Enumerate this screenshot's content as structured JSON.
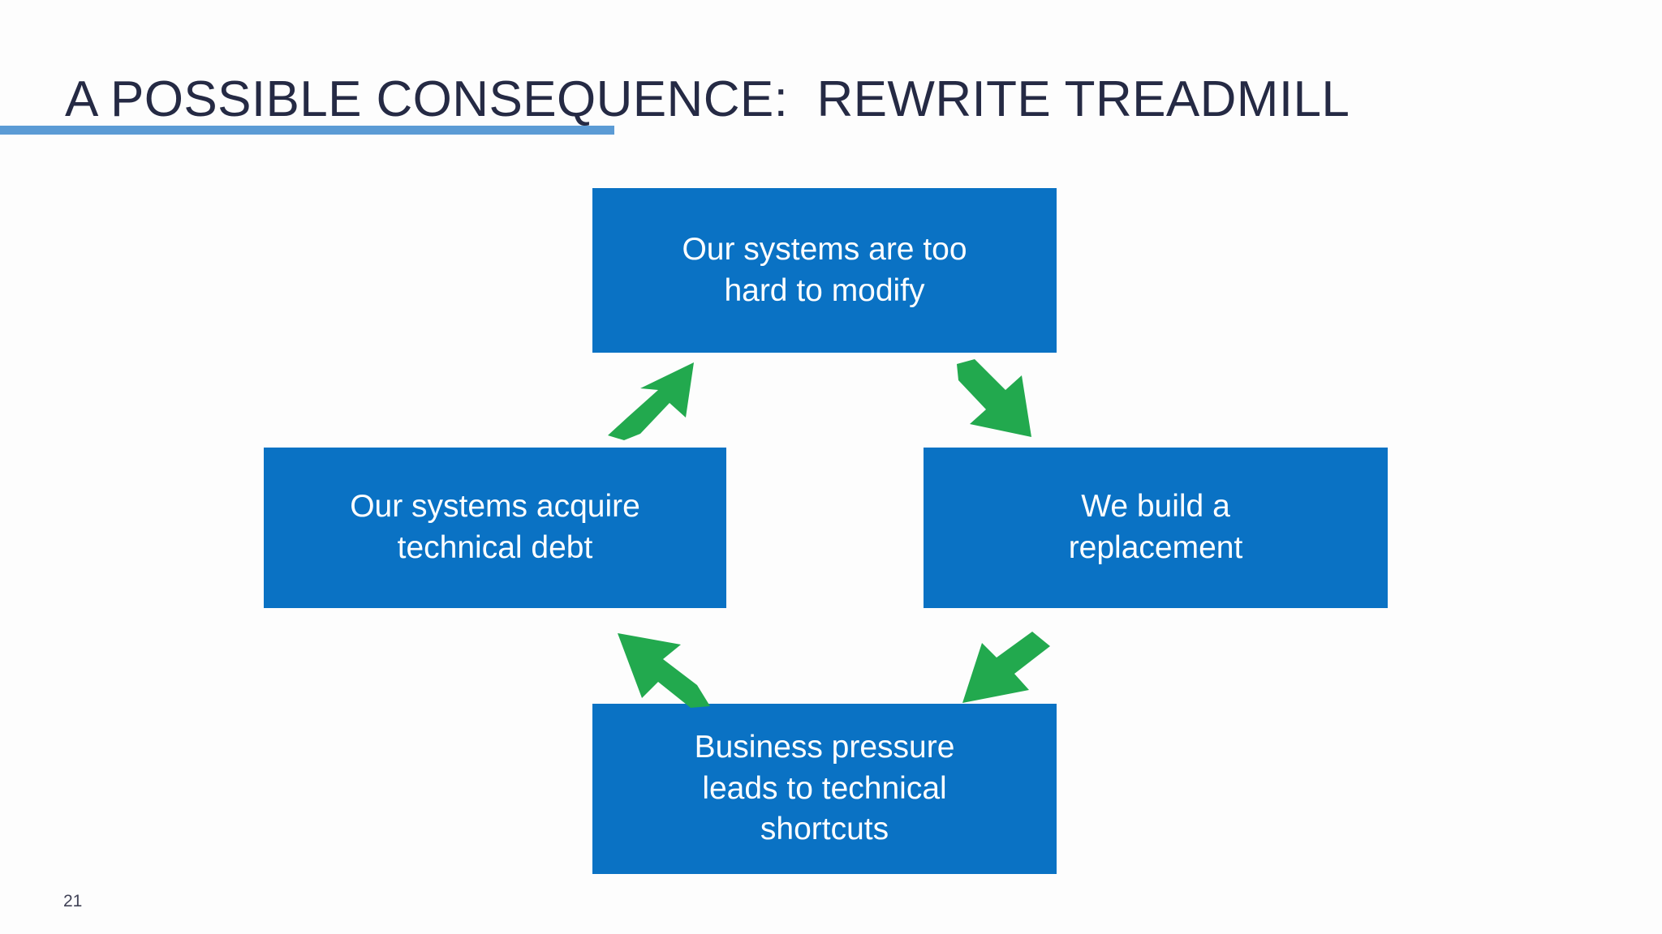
{
  "slide": {
    "title": "A POSSIBLE CONSEQUENCE:  REWRITE TREADMILL",
    "page_number": "21",
    "colors": {
      "title_text": "#252A44",
      "title_rule": "#5B9BD5",
      "box_fill": "#0A72C4",
      "box_text": "#FFFFFF",
      "arrow_fill": "#22A94E",
      "background": "#FDFDFD"
    }
  },
  "diagram": {
    "type": "cycle",
    "direction": "clockwise",
    "boxes": [
      {
        "id": "top",
        "label": "Our systems are too\nhard to modify"
      },
      {
        "id": "right",
        "label": "We build a\nreplacement"
      },
      {
        "id": "bottom",
        "label": "Business pressure\nleads to technical\nshortcuts"
      },
      {
        "id": "left",
        "label": "Our systems acquire\ntechnical debt"
      }
    ],
    "arrows": [
      {
        "id": "left-up",
        "from": "left",
        "to": "top",
        "direction": "up-right"
      },
      {
        "id": "right-down",
        "from": "top",
        "to": "right",
        "direction": "down-right"
      },
      {
        "id": "bottom-right-down",
        "from": "right",
        "to": "bottom",
        "direction": "down-left"
      },
      {
        "id": "bottom-left-up",
        "from": "bottom",
        "to": "left",
        "direction": "up-left"
      }
    ]
  }
}
